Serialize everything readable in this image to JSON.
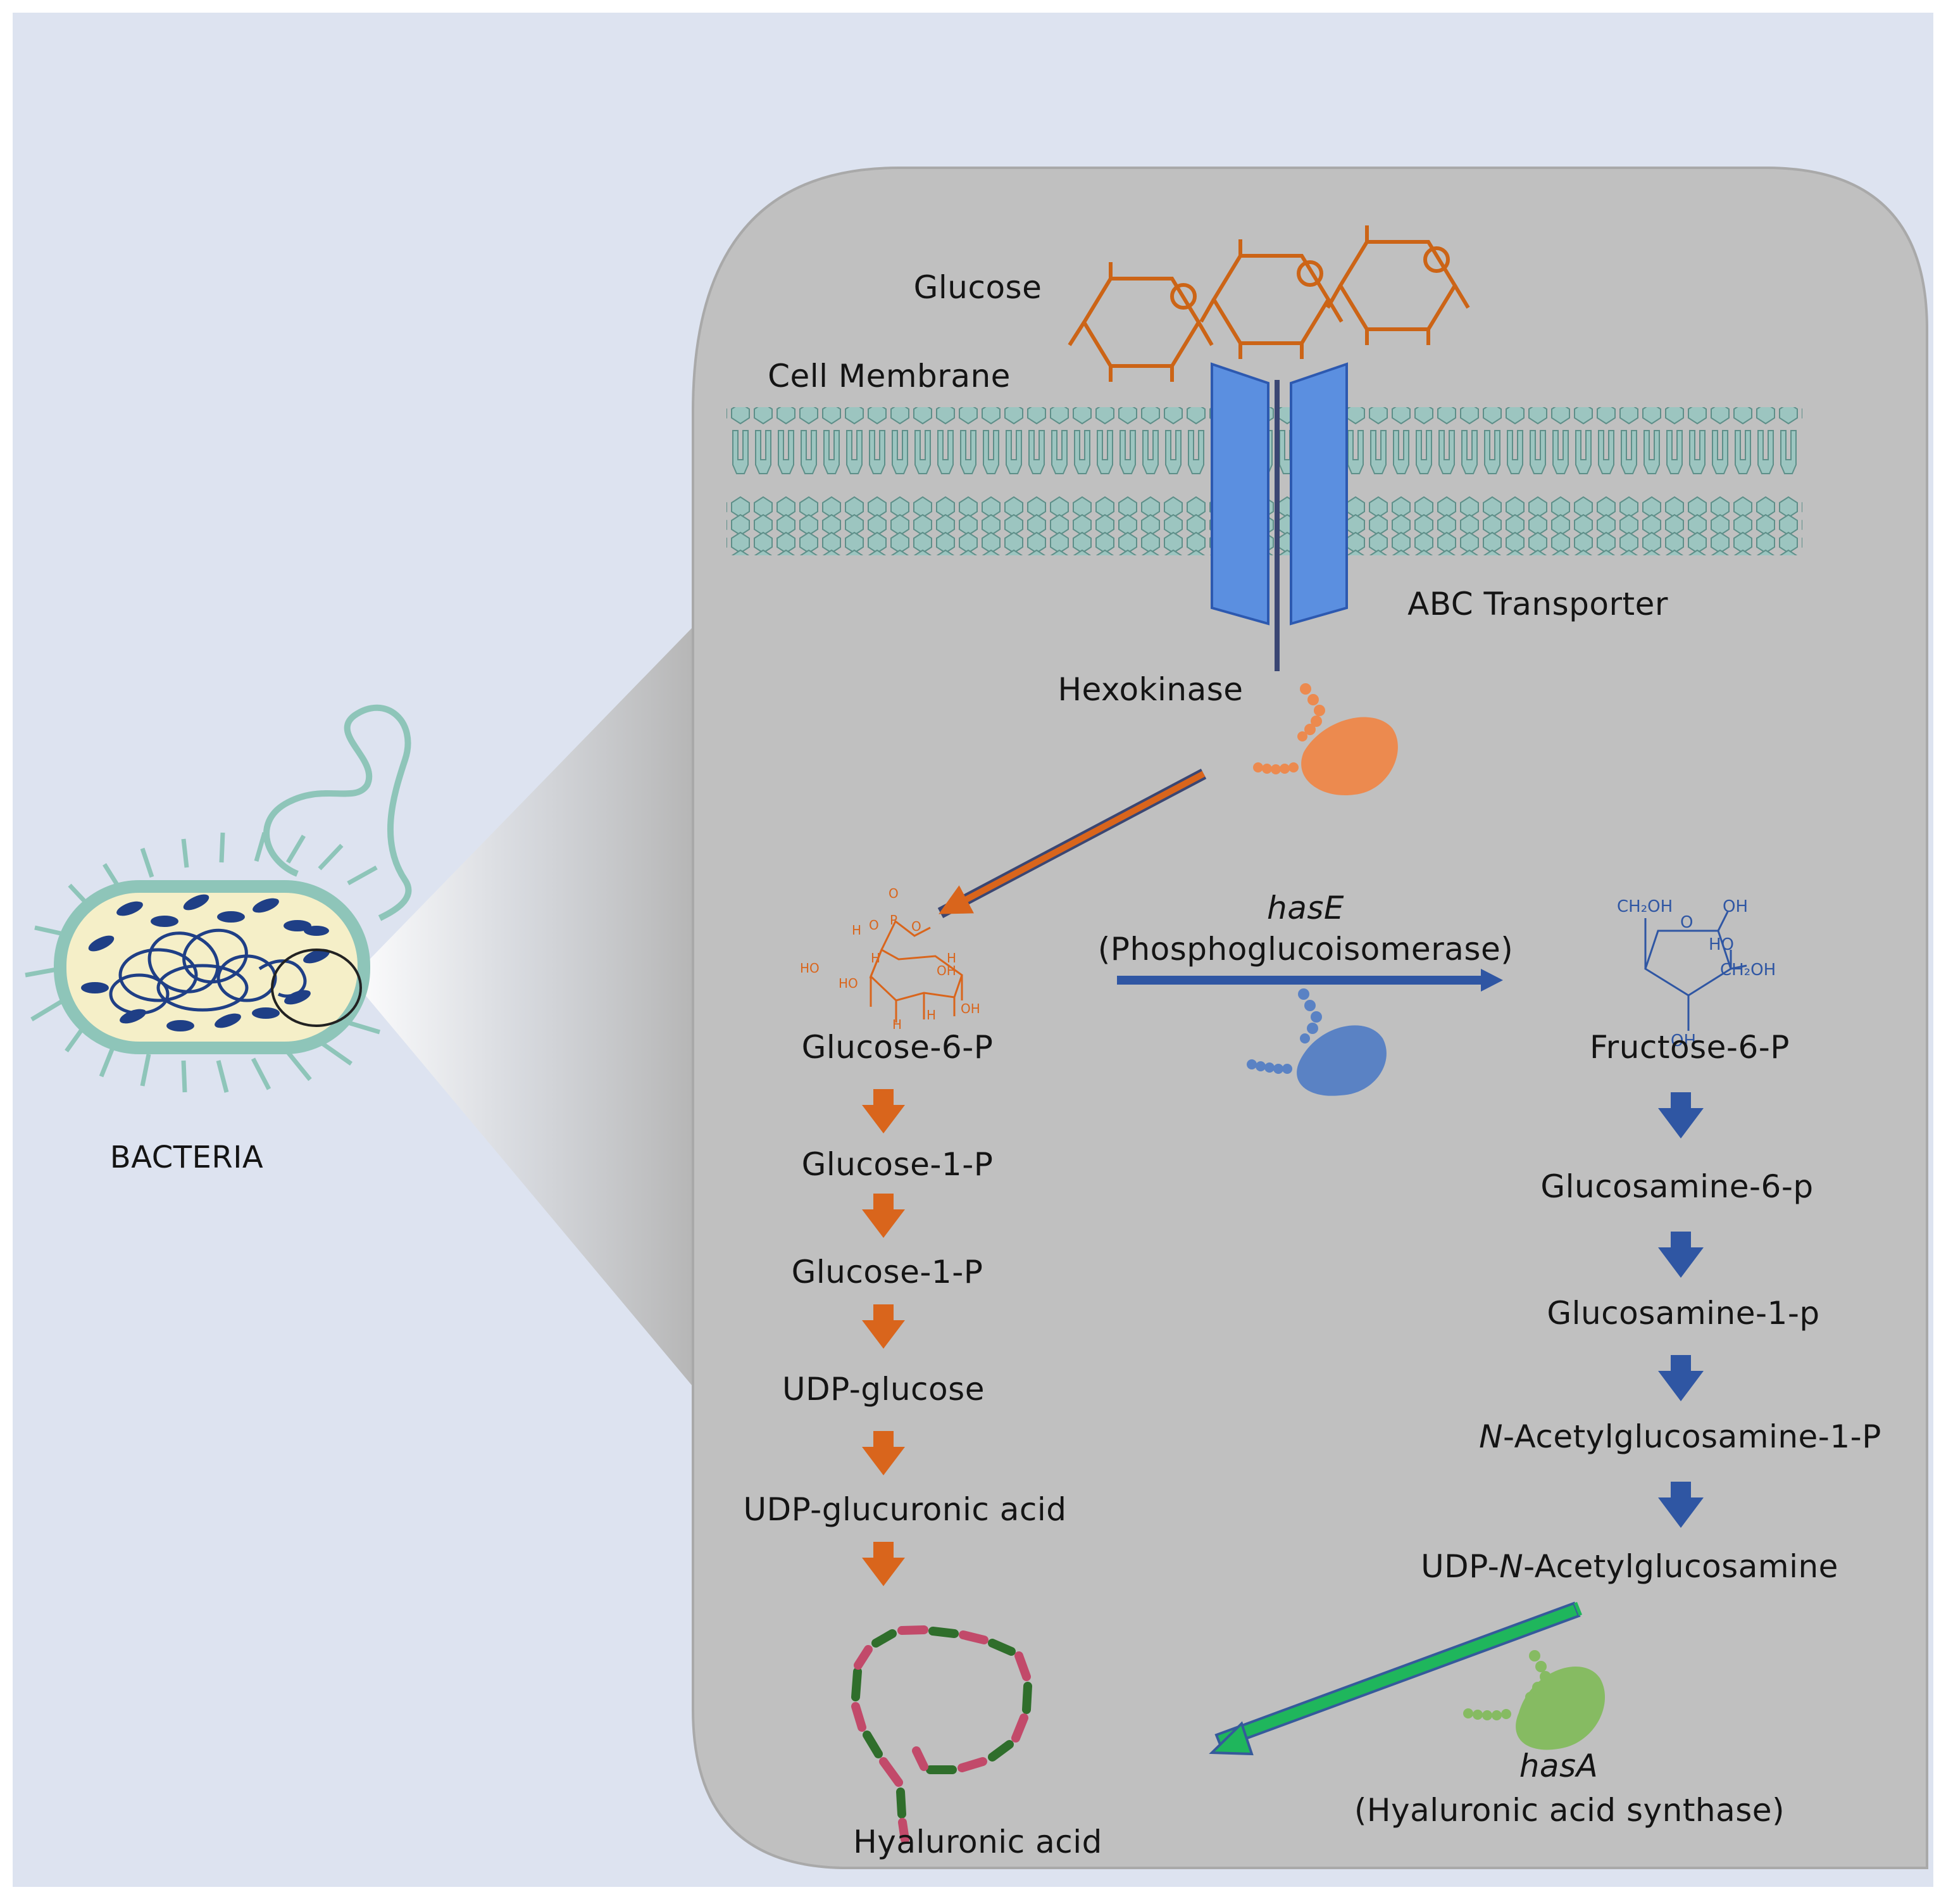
{
  "colors": {
    "background": "#dde3f0",
    "cell_panel": "#c0c0c0",
    "membrane": "#9cc5c0",
    "membrane_stroke": "#5e8f89",
    "transporter": "#5b8fe0",
    "orange": "#d9651c",
    "blue": "#2f56a3",
    "green": "#1fb65c",
    "enzyme_orange": "#ec8a4f",
    "enzyme_blue": "#5a82c4",
    "enzyme_green": "#86bb62",
    "ha_pink": "#c24a6a",
    "ha_green": "#2f6e2b"
  },
  "icons": [
    "bacterium-icon",
    "glucose-ring-icon",
    "membrane-bilayer-icon",
    "abc-transporter-icon",
    "enzyme-icon",
    "glucose-6-p-structure-icon",
    "fructose-6-p-structure-icon",
    "hyaluronic-acid-chain-icon"
  ],
  "labels": {
    "bacteria": "BACTERIA",
    "glucose": "Glucose",
    "cell_membrane": "Cell Membrane",
    "abc_transporter": "ABC Transporter",
    "hexokinase": "Hexokinase",
    "hase_gene": "hasE",
    "hase_enzyme": "(Phosphoglucoisomerase)",
    "hasa_gene": "hasA",
    "hasa_enzyme": "(Hyaluronic acid synthase)",
    "hyaluronic_acid": "Hyaluronic acid"
  },
  "left_pathway": [
    "Glucose-6-P",
    "Glucose-1-P",
    "Glucose-1-P",
    "UDP-glucose",
    "UDP-glucuronic acid"
  ],
  "right_pathway": {
    "fructose6p": "Fructose-6-P",
    "glucosamine6p": "Glucosamine-6-p",
    "glucosamine1p": "Glucosamine-1-p",
    "nacetyl_italic": "N",
    "nacetyl_rest": "-Acetylglucosamine-1-P",
    "udp_prefix": "UDP-",
    "udp_italic": "N",
    "udp_rest": "-Acetylglucosamine"
  },
  "structure_text": {
    "g6p": {
      "o1": "O",
      "o2": "O",
      "p": "P",
      "o3": "O",
      "h1": "H",
      "h2": "H",
      "oh1": "HO",
      "oh2": "HO",
      "oh3": "OH",
      "oh4": "OH",
      "h3": "H",
      "h4": "H",
      "h5": "H"
    },
    "f6p": {
      "ch2oh_top": "CH₂OH",
      "o": "O",
      "oh_top": "OH",
      "ho_mid": "HO",
      "ch2oh_right": "CH₂OH",
      "oh_bottom": "OH"
    }
  }
}
